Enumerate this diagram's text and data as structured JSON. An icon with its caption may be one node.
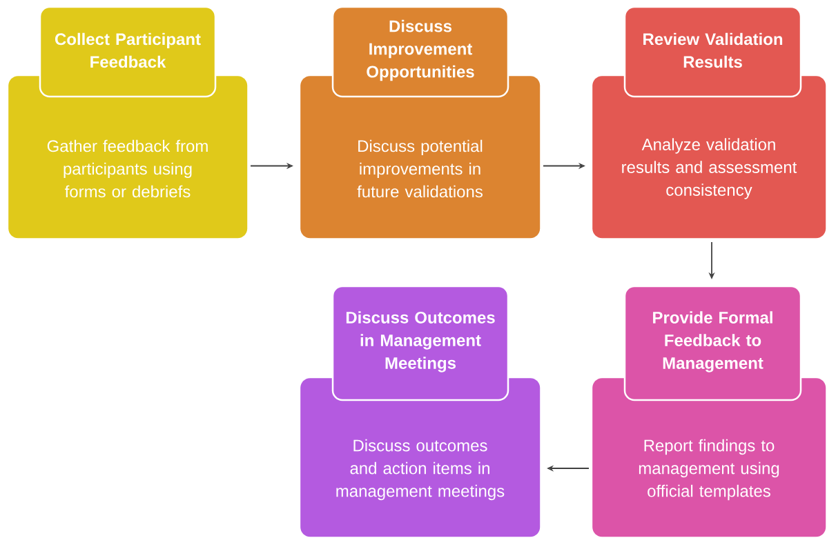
{
  "diagram": {
    "nodes": [
      {
        "text": [
          "Collect Participant Feedback",
          "Gather feedback from participants using forms or debriefs"
        ]
      },
      {
        "text": [
          "Discuss Improvement Opportunities",
          "Discuss potential improvements in future validations"
        ]
      },
      {
        "text": [
          "Review Validation Results",
          "Analyze validation results and assessment consistency"
        ]
      },
      {
        "text": [
          "Discuss Outcomes in Management Meetings",
          "Discuss outcomes and action items in management meetings"
        ]
      },
      {
        "text": [
          "Provide Formal Feedback to Management",
          "Report findings to management using official templates"
        ]
      }
    ],
    "edges": [
      {
        "from": 0,
        "to": 1,
        "arrow": "to"
      },
      {
        "from": 1,
        "to": 2,
        "arrow": "to"
      },
      {
        "from": 2,
        "to": 4,
        "arrow": "to"
      },
      {
        "from": 4,
        "to": 3,
        "arrow": "to"
      }
    ]
  }
}
